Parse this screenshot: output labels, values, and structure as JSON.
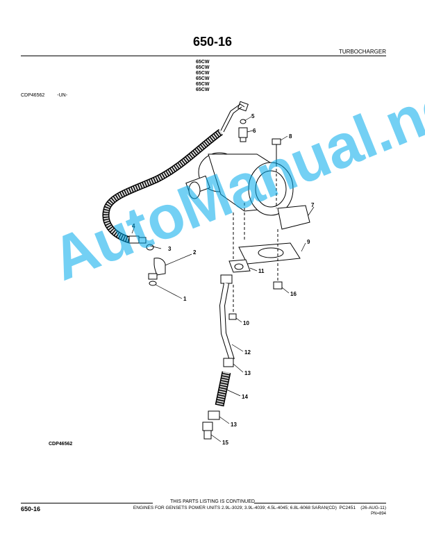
{
  "page": {
    "title": "650-16",
    "section": "TURBOCHARGER",
    "models": [
      "65CW",
      "65CW",
      "65CW",
      "65CW",
      "65CW",
      "65CW"
    ],
    "figure_ref": "CDP46562",
    "figure_ref_suffix": "-UN-",
    "figure_id": "CDP46562"
  },
  "diagram": {
    "callouts": [
      "1",
      "2",
      "3",
      "4",
      "5",
      "6",
      "7",
      "8",
      "9",
      "10",
      "11",
      "12",
      "13",
      "13",
      "14",
      "15",
      "16"
    ]
  },
  "watermark": {
    "text": "AutoManual.net",
    "color": "#00aaeb"
  },
  "footer": {
    "continued": "THIS PARTS LISTING IS CONTINUED",
    "page_number": "650-16",
    "description": "ENGINES FOR GENSETS POWER UNITS 2.9L-3029; 3.9L-4039; 4.5L-4045; 6.8L-6068 SARAN(CD)",
    "catalog": "PC2451",
    "date": "(26-AUG-11)",
    "pn": "PN=894"
  }
}
